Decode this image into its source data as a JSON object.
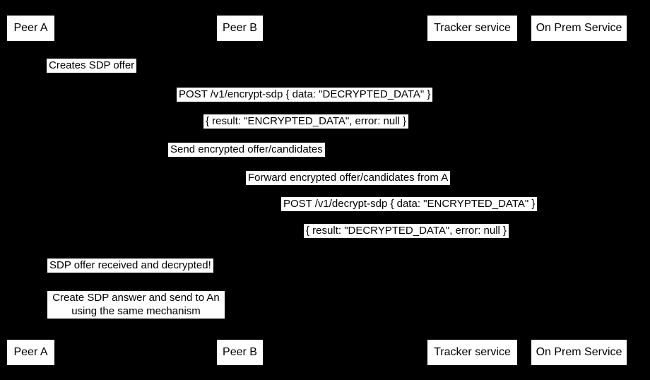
{
  "diagram": {
    "type": "sequence",
    "background_color": "#000000",
    "box_fill_color": "#ffffff",
    "text_color": "#000000"
  },
  "actors": {
    "peer_a": "Peer A",
    "peer_b": "Peer B",
    "tracker": "Tracker service",
    "on_prem": "On Prem Service"
  },
  "messages": {
    "creates_offer": "Creates SDP offer",
    "post_encrypt": "POST /v1/encrypt-sdp { data: \"DECRYPTED_DATA\" }",
    "encrypt_result": "{ result: \"ENCRYPTED_DATA\", error: null }",
    "send_encrypted": "Send encrypted offer/candidates",
    "forward": "Forward encrypted offer/candidates from A",
    "post_decrypt": "POST /v1/decrypt-sdp { data: \"ENCRYPTED_DATA\" }",
    "decrypt_result": "{ result: \"DECRYPTED_DATA\", error: null }",
    "received": "SDP offer received and decrypted!",
    "note_line1": "Create SDP answer and send to An",
    "note_line2": "using the same mechanism"
  }
}
